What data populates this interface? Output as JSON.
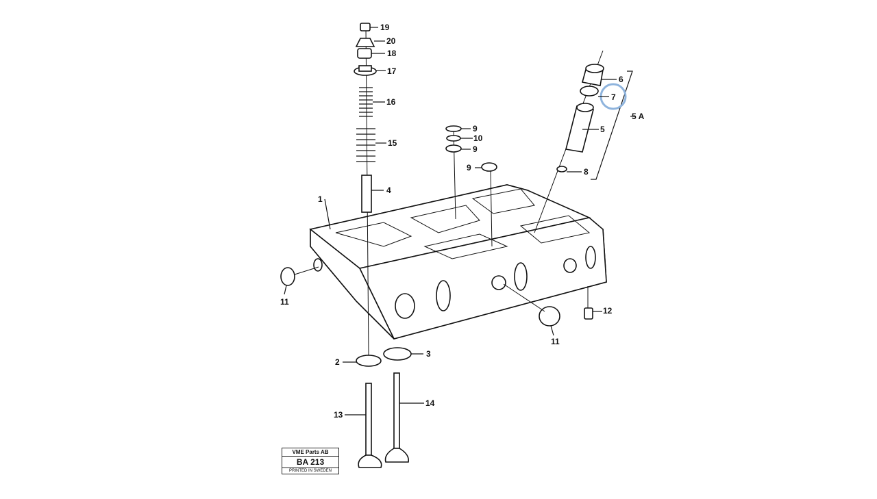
{
  "diagram": {
    "highlight_color": "#8fb4dd",
    "callouts": {
      "c19": "19",
      "c20": "20",
      "c18": "18",
      "c17": "17",
      "c16": "16",
      "c15": "15",
      "c4": "4",
      "c1": "1",
      "c9a": "9",
      "c10": "10",
      "c9b": "9",
      "c9c": "9",
      "c6": "6",
      "c7": "7",
      "c5a": "5 A",
      "c5": "5",
      "c8": "8",
      "c11a": "11",
      "c11b": "11",
      "c12": "12",
      "c2": "2",
      "c3": "3",
      "c13": "13",
      "c14": "14"
    }
  },
  "stamp": {
    "company": "VME Parts AB",
    "code": "BA 213",
    "printed": "PRINTED IN SWEDEN"
  }
}
